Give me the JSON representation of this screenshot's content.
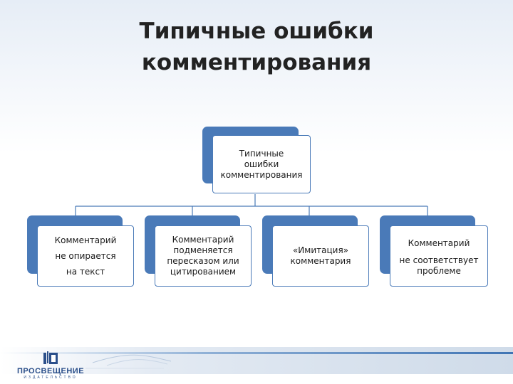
{
  "slide": {
    "title_lines": [
      "Типичные ошибки",
      "комментирования"
    ]
  },
  "diagram": {
    "root": {
      "lines": [
        "Типичные",
        "ошибки",
        "комментирования"
      ]
    },
    "children": [
      {
        "lines": [
          "Комментарий",
          "не опирается",
          "на текст"
        ]
      },
      {
        "lines": [
          "Комментарий",
          "подменяется",
          "пересказом или",
          "цитированием"
        ]
      },
      {
        "lines": [
          "«Имитация»",
          "комментария"
        ]
      },
      {
        "lines": [
          "Комментарий",
          "не соответствует",
          "проблеме"
        ]
      }
    ],
    "colors": {
      "accent": "#4a7ab8",
      "connector": "#4a7ab8",
      "text": "#1a1a1a"
    }
  },
  "footer": {
    "logo_text": "ПРОСВЕЩЕНИЕ",
    "logo_subtext": "ИЗДАТЕЛЬСТВО",
    "logo_icon": "book-emblem-icon"
  }
}
